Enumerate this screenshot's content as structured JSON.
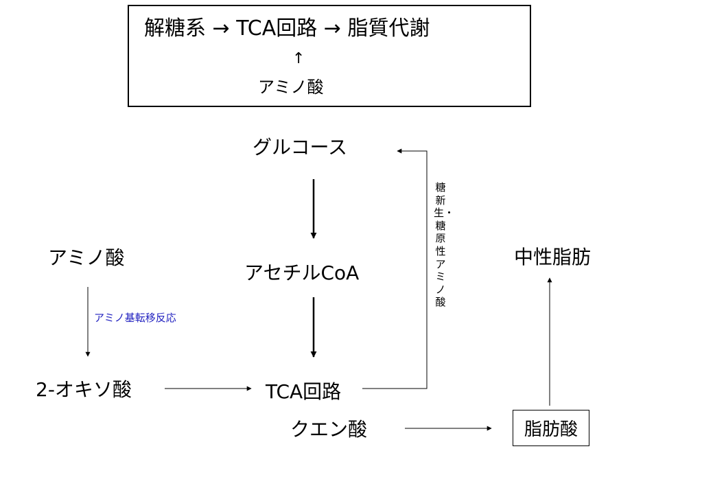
{
  "pathway_summary": {
    "line": "解糖系 → TCA回路 → 脂質代謝",
    "up_arrow": "↑",
    "amino_acid": "アミノ酸"
  },
  "nodes": {
    "glucose": "グルコース",
    "acetyl_coa": "アセチルCoA",
    "tca_cycle": "TCA回路",
    "citrate": "クエン酸",
    "amino_acid": "アミノ酸",
    "oxo_acid": "2-オキソ酸",
    "triglyceride": "中性脂肪",
    "fatty_acid": "脂肪酸"
  },
  "edge_labels": {
    "transamination": "アミノ基転移反応",
    "gluconeogenesis": "糖新生・糖原性アミノ酸"
  },
  "colors": {
    "ink": "#000000",
    "enzyme_label": "#1f1fbf"
  }
}
